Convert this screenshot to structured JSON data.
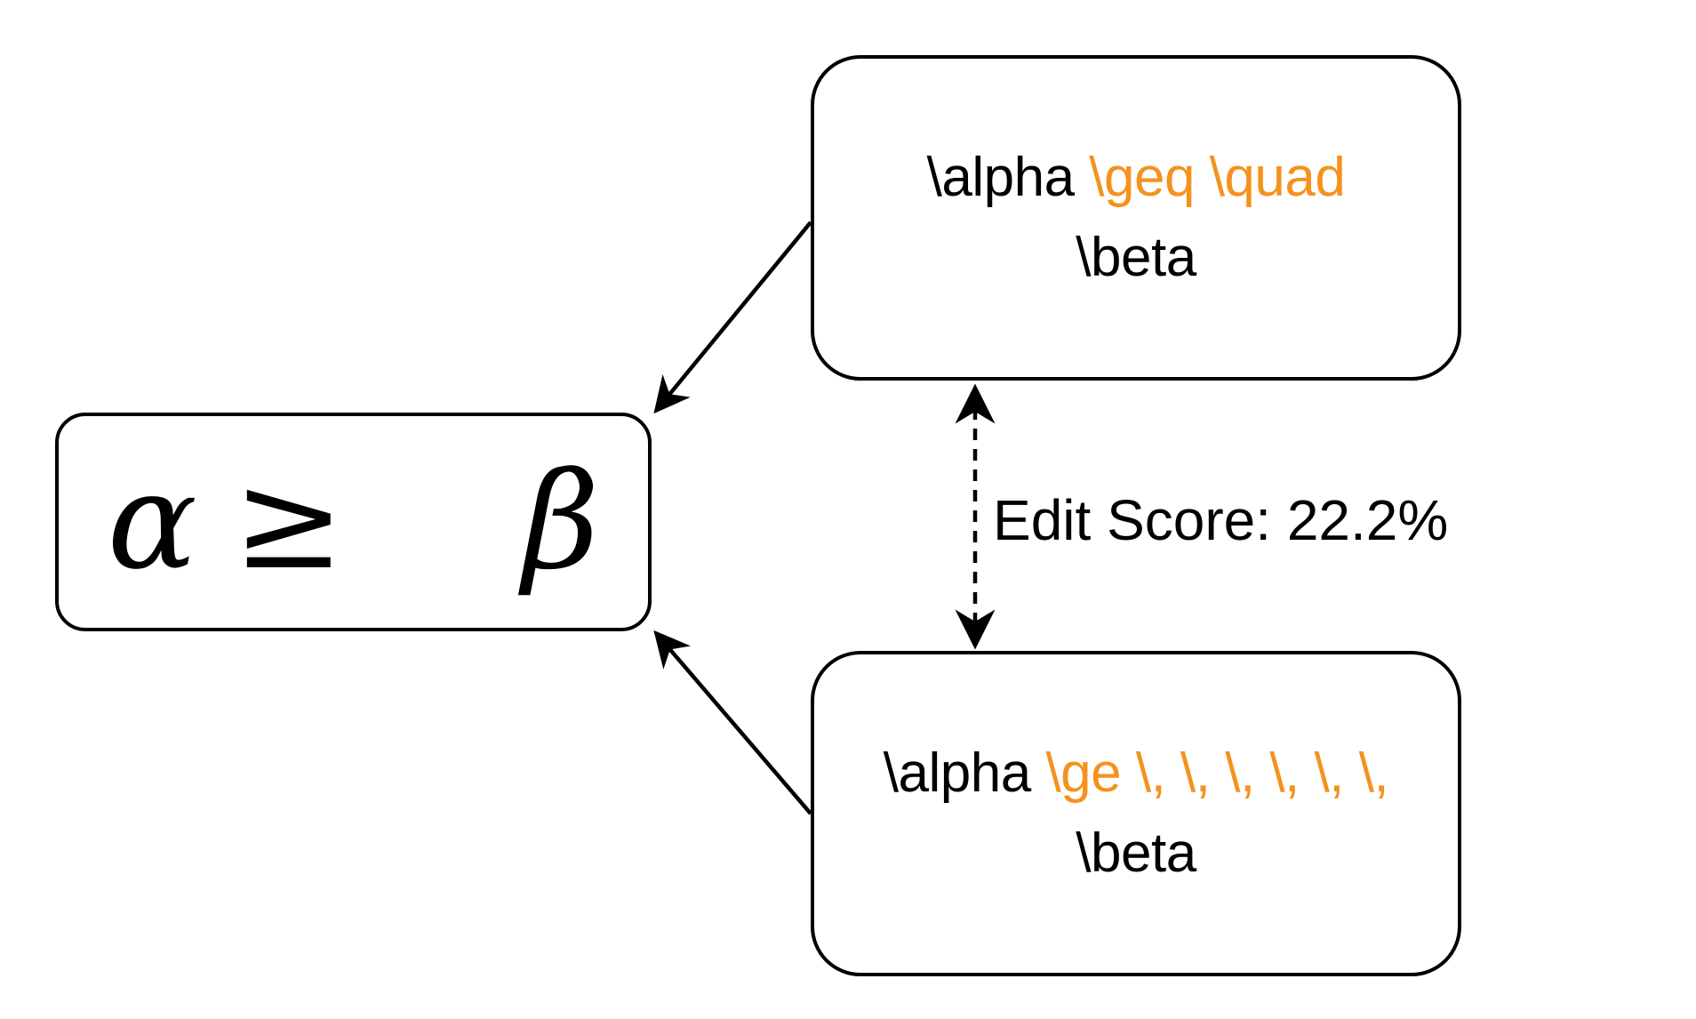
{
  "rendered": {
    "alpha": "α",
    "geq": "≥",
    "beta": "β"
  },
  "top_box": {
    "line1_plain": "\\alpha ",
    "line1_highlight": "\\geq \\quad",
    "line2": "\\beta"
  },
  "bottom_box": {
    "line1_plain": "\\alpha ",
    "line1_highlight": "\\ge \\, \\, \\, \\, \\, \\,",
    "line2": "\\beta"
  },
  "edit_score": "Edit Score: 22.2%",
  "colors": {
    "highlight": "#f5921e",
    "stroke": "#000000"
  }
}
